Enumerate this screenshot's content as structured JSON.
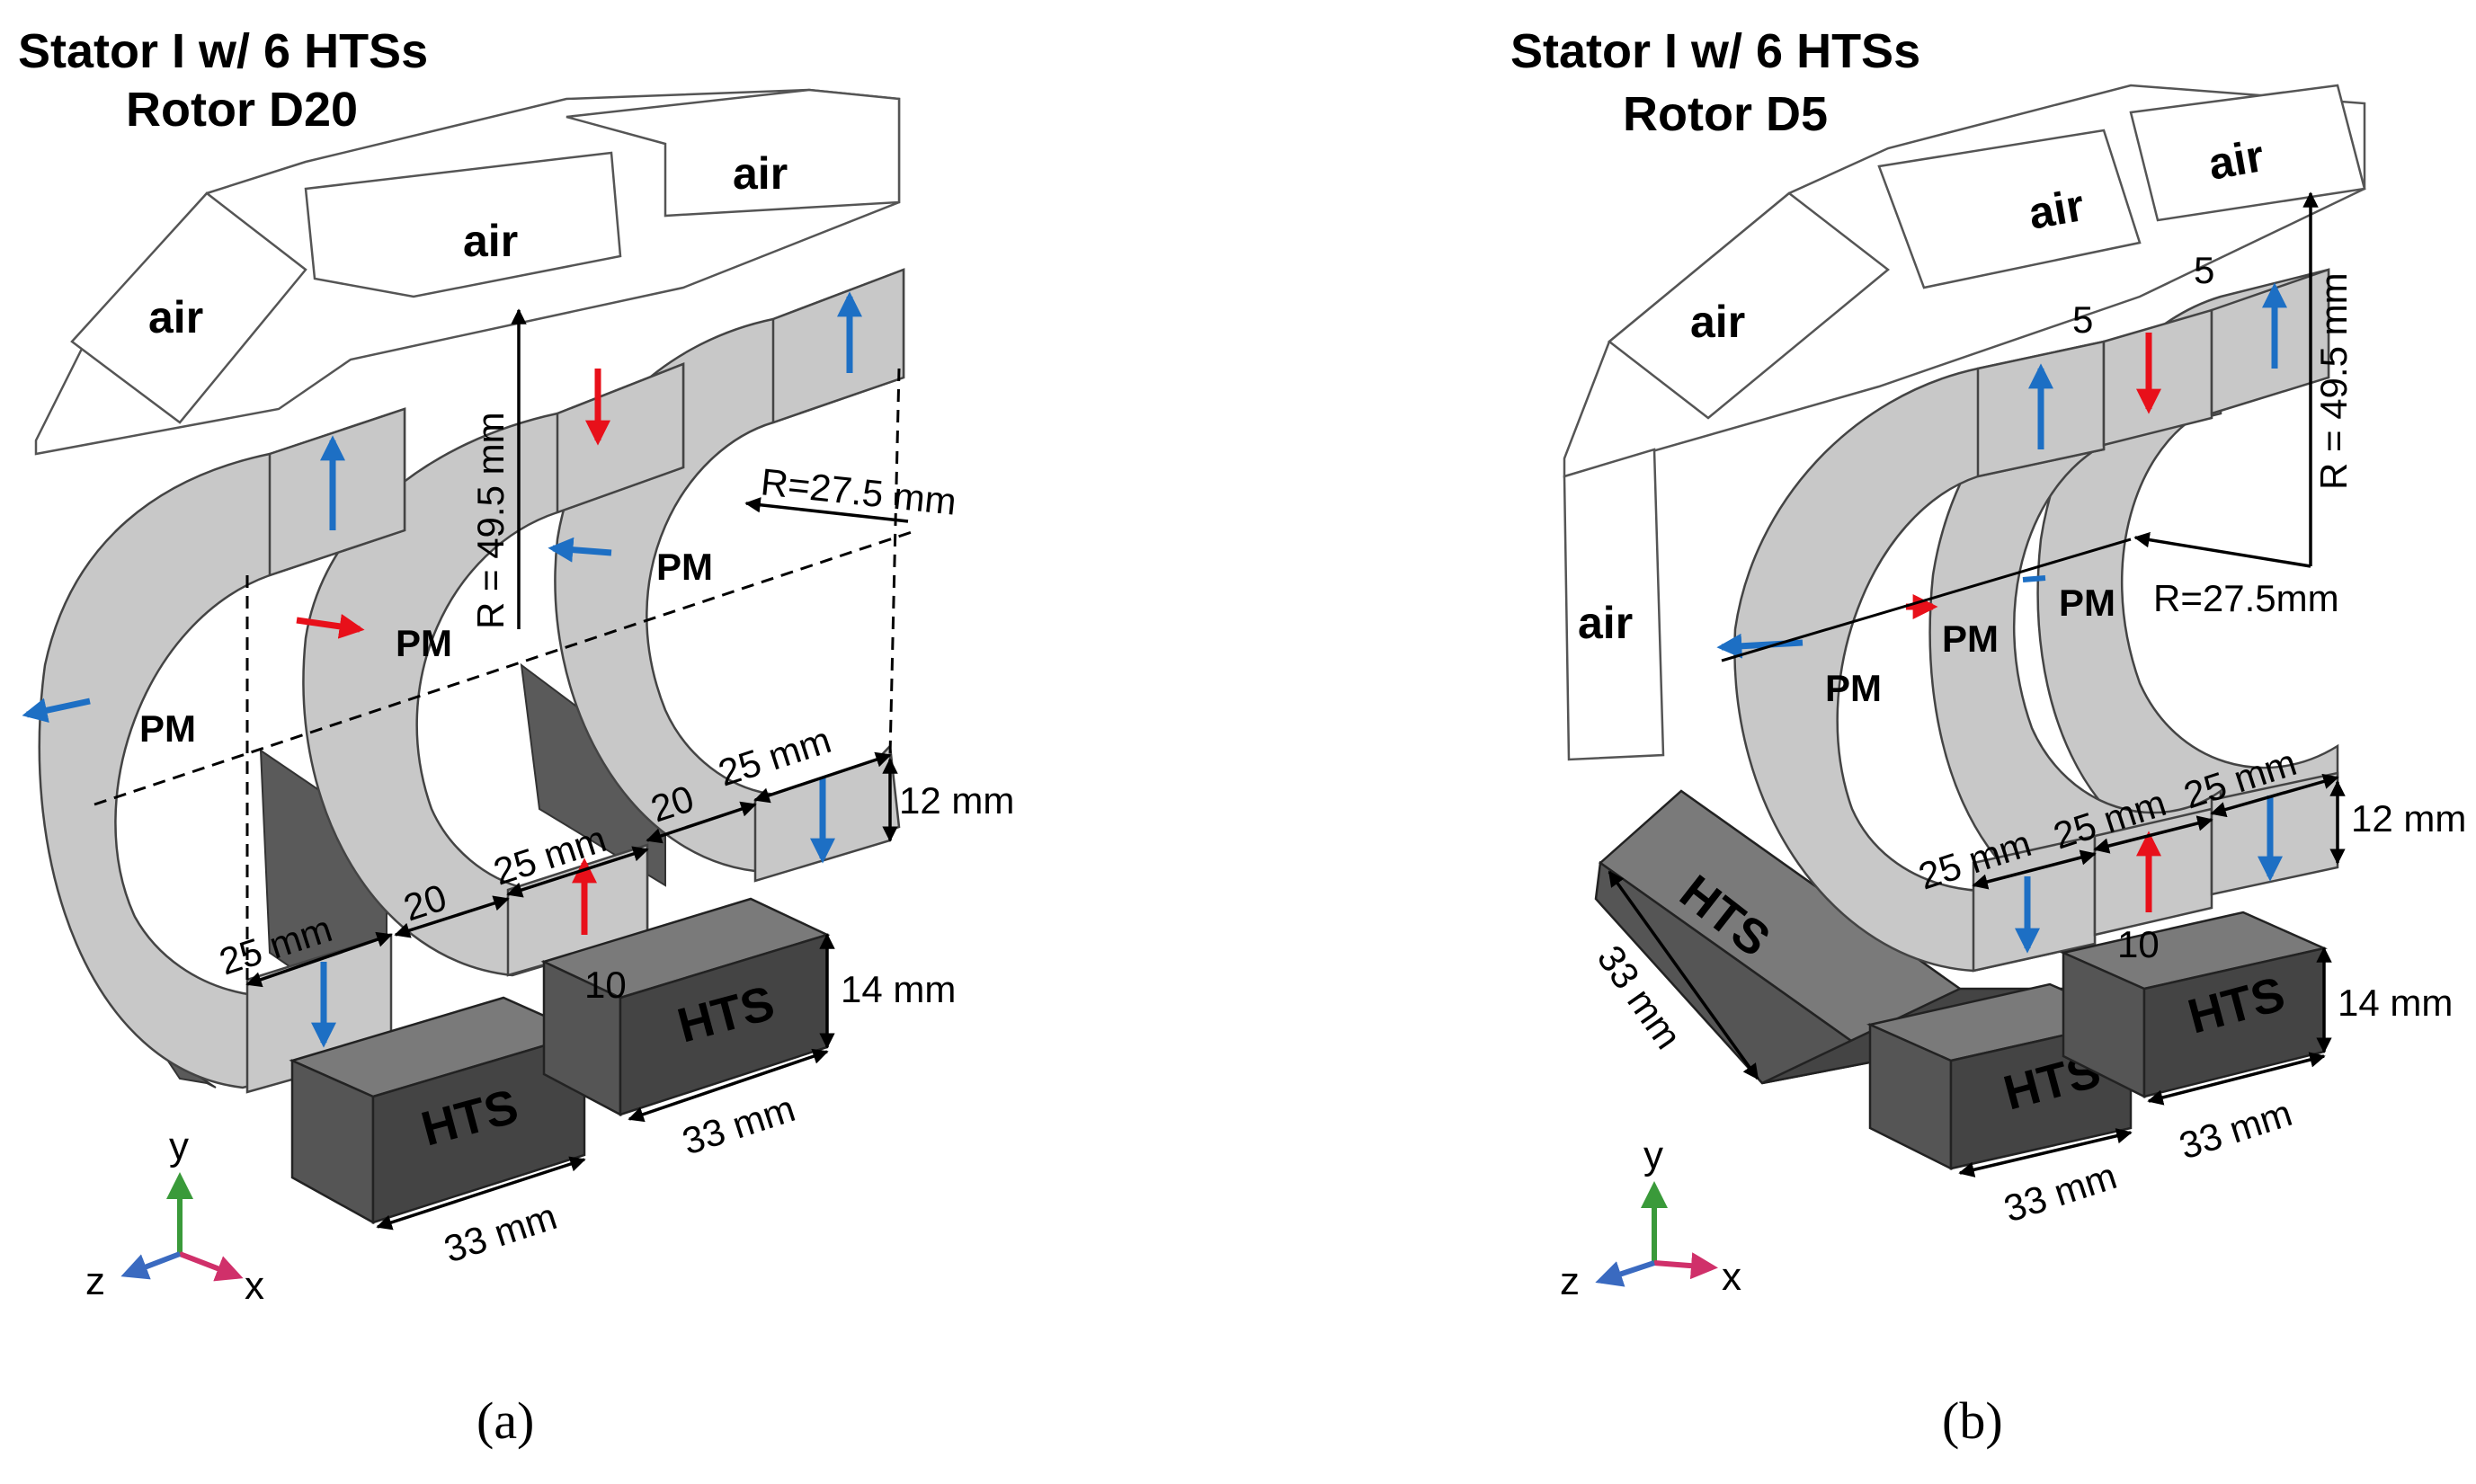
{
  "panel_a": {
    "title_line1": "Stator I w/ 6 HTSs",
    "title_line2": "Rotor D20",
    "air_labels": [
      "air",
      "air",
      "air"
    ],
    "pm_labels": [
      "PM",
      "PM",
      "PM"
    ],
    "hts_labels": [
      "HTS",
      "HTS"
    ],
    "dim_radius_outer": "R = 49.5  mm",
    "dim_radius_inner": "R=27.5  mm",
    "dim_width_1": "25 mm",
    "dim_gap_1": "20",
    "dim_width_2": "25 mm",
    "dim_gap_2": "20",
    "dim_width_3": "25 mm",
    "dim_thick": "12 mm",
    "dim_hts_height": "14 mm",
    "dim_hts_gap": "10",
    "dim_hts_len_1": "33 mm",
    "dim_hts_len_2": "33 mm",
    "caption": "(a)"
  },
  "panel_b": {
    "title_line1": "Stator I w/ 6 HTSs",
    "title_line2": "Rotor D5",
    "air_labels": [
      "air",
      "air",
      "air",
      "air"
    ],
    "pm_labels": [
      "PM",
      "PM",
      "PM"
    ],
    "hts_labels": [
      "HTS",
      "HTS",
      "HTS"
    ],
    "dim_radius_outer": "R = 49.5 mm",
    "dim_radius_inner": "R=27.5mm",
    "dim_gap_top_1": "5",
    "dim_gap_top_2": "5",
    "dim_width_1": "25 mm",
    "dim_width_2": "25 mm",
    "dim_width_3": "25 mm",
    "dim_thick": "12 mm",
    "dim_hts_height": "14 mm",
    "dim_hts_gap": "10",
    "dim_hts_len_1": "33 mm",
    "dim_hts_len_2": "33 mm",
    "dim_hts_len_3": "33 mm",
    "caption": "(b)"
  },
  "axes": {
    "y": "y",
    "z": "z",
    "x": "x"
  },
  "colors": {
    "arrow_red": "#e8101a",
    "arrow_blue": "#1d6fc4",
    "pm_fill": "#c8c8c8",
    "hts_fill": "#555555",
    "axis_y": "#3a9a3a",
    "axis_x": "#d0306a",
    "axis_z": "#3a6ac0"
  }
}
